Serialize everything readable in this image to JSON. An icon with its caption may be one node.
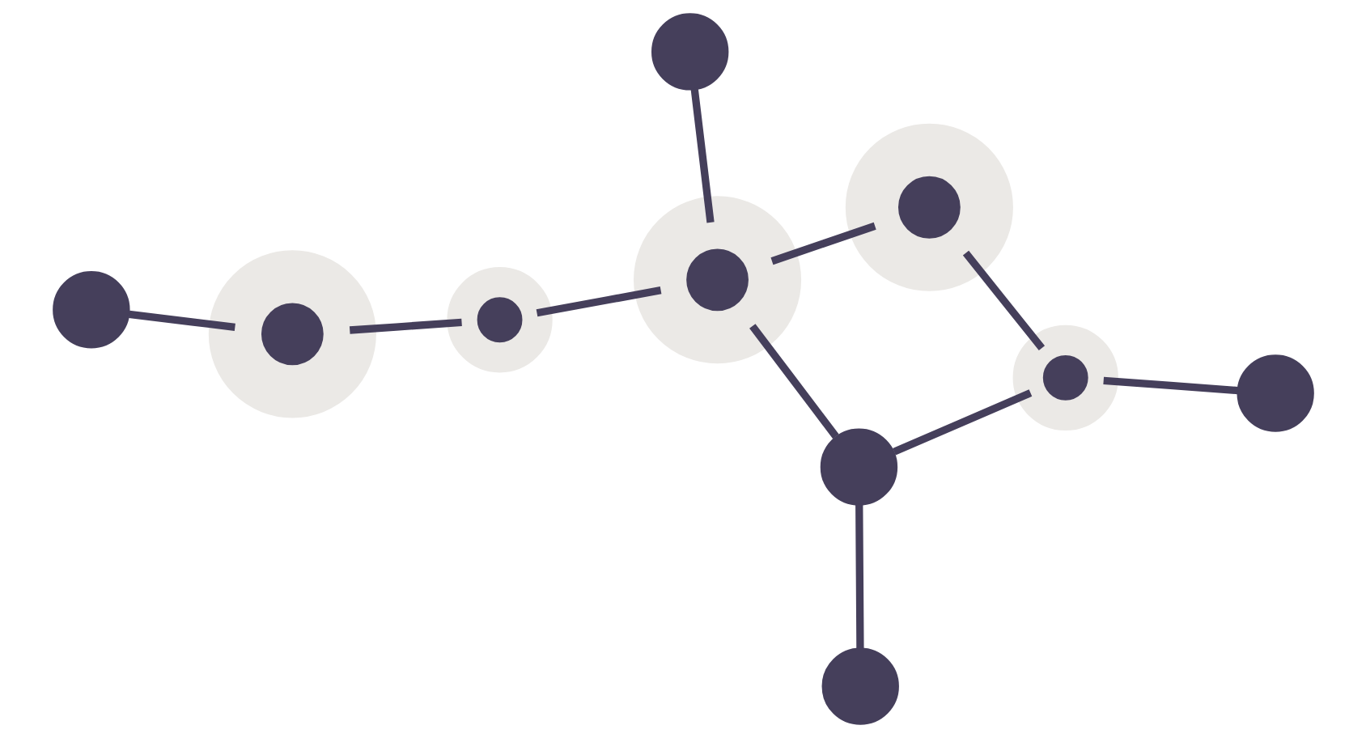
{
  "diagram": {
    "nodes": [
      {
        "text": [],
        "shape": "circle"
      },
      {
        "text": [],
        "shape": "circle"
      },
      {
        "text": [],
        "shape": "circle"
      },
      {
        "text": [],
        "shape": "circle"
      },
      {
        "text": [],
        "shape": "circle"
      },
      {
        "text": [],
        "shape": "circle"
      },
      {
        "text": [],
        "shape": "circle"
      },
      {
        "text": [],
        "shape": "circle"
      },
      {
        "text": [],
        "shape": "circle"
      },
      {
        "text": [],
        "shape": "circle"
      }
    ],
    "edges": [
      {
        "from": 0,
        "to": 1,
        "arrow": "none"
      },
      {
        "from": 1,
        "to": 4,
        "arrow": "none"
      },
      {
        "from": 1,
        "to": 2,
        "arrow": "none"
      },
      {
        "from": 1,
        "to": 5,
        "arrow": "none"
      },
      {
        "from": 2,
        "to": 6,
        "arrow": "none"
      },
      {
        "from": 3,
        "to": 6,
        "arrow": "none"
      },
      {
        "from": 4,
        "to": 7,
        "arrow": "none"
      },
      {
        "from": 7,
        "to": 5,
        "arrow": "none"
      },
      {
        "from": 7,
        "to": 8,
        "arrow": "none"
      },
      {
        "from": 5,
        "to": 9,
        "arrow": "none"
      }
    ]
  }
}
